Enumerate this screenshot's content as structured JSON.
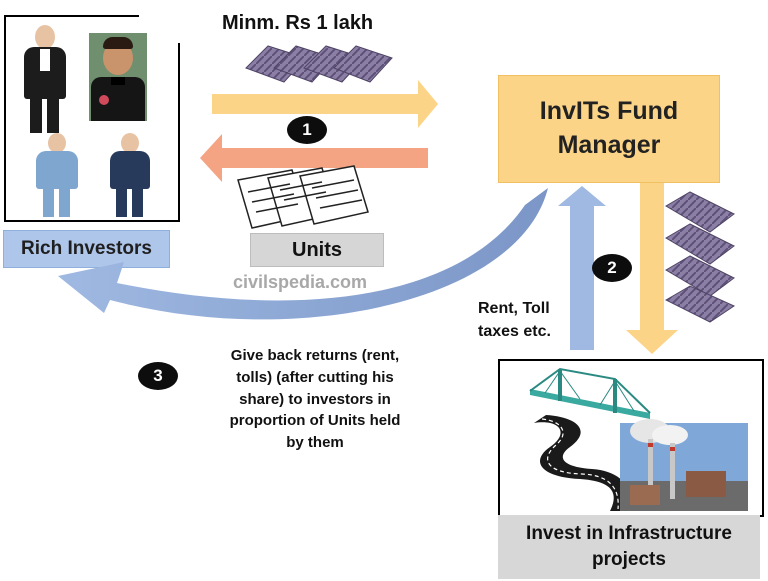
{
  "investors": {
    "label": "Rich Investors"
  },
  "flow1": {
    "amount_label": "Minm. Rs 1 lakh",
    "step_number": "1",
    "units_label": "Units"
  },
  "fund_manager": {
    "line1": "InvITs Fund",
    "line2": "Manager"
  },
  "flow2": {
    "step_number": "2",
    "rent_line1": "Rent, Toll",
    "rent_line2": "taxes etc."
  },
  "flow3": {
    "step_number": "3",
    "lines": [
      "Give back returns (rent,",
      "tolls)  (after cutting his",
      "share) to investors in",
      "proportion of Units held",
      "by them"
    ]
  },
  "infrastructure": {
    "line1": "Invest in Infrastructure",
    "line2": "projects"
  },
  "watermark": "civilspedia.com",
  "colors": {
    "yellow_arrow": "#fcd488",
    "salmon_arrow": "#f4a383",
    "blue_arrow": "#8ba9d8",
    "fund_box": "#fcd488",
    "investors_label": "#aec6ea",
    "gray_label": "#d6d6d6"
  }
}
